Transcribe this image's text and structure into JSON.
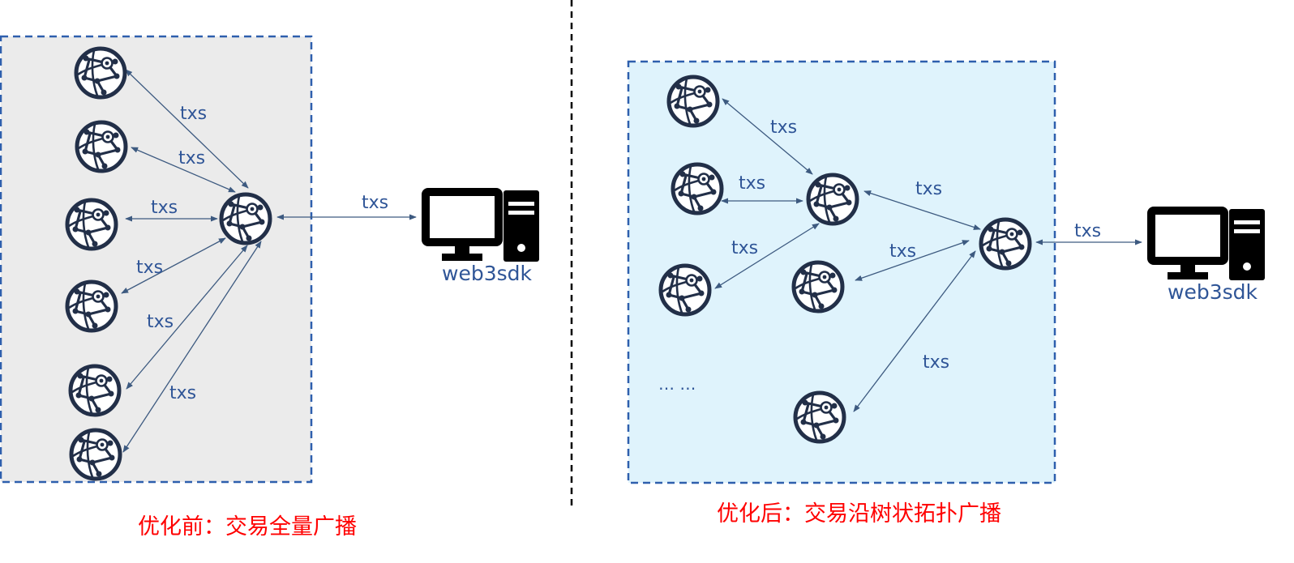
{
  "panels": {
    "before": {
      "caption": "优化前：交易全量广播",
      "pc_label": "web3sdk",
      "edge_label": "txs"
    },
    "after": {
      "caption": "优化后：交易沿树状拓扑广播",
      "pc_label": "web3sdk",
      "edge_label": "txs",
      "ellipsis": "… …"
    }
  },
  "colors": {
    "before_box_fill": "#ebebeb",
    "after_box_fill": "#dff3fc",
    "box_border": "#2e5fad",
    "arrow": "#3d5a80",
    "label": "#2f5597",
    "caption": "#ff0000",
    "icon": "#222f48"
  },
  "icons": {
    "node": "network-globe-icon",
    "client": "desktop-computer-icon"
  }
}
